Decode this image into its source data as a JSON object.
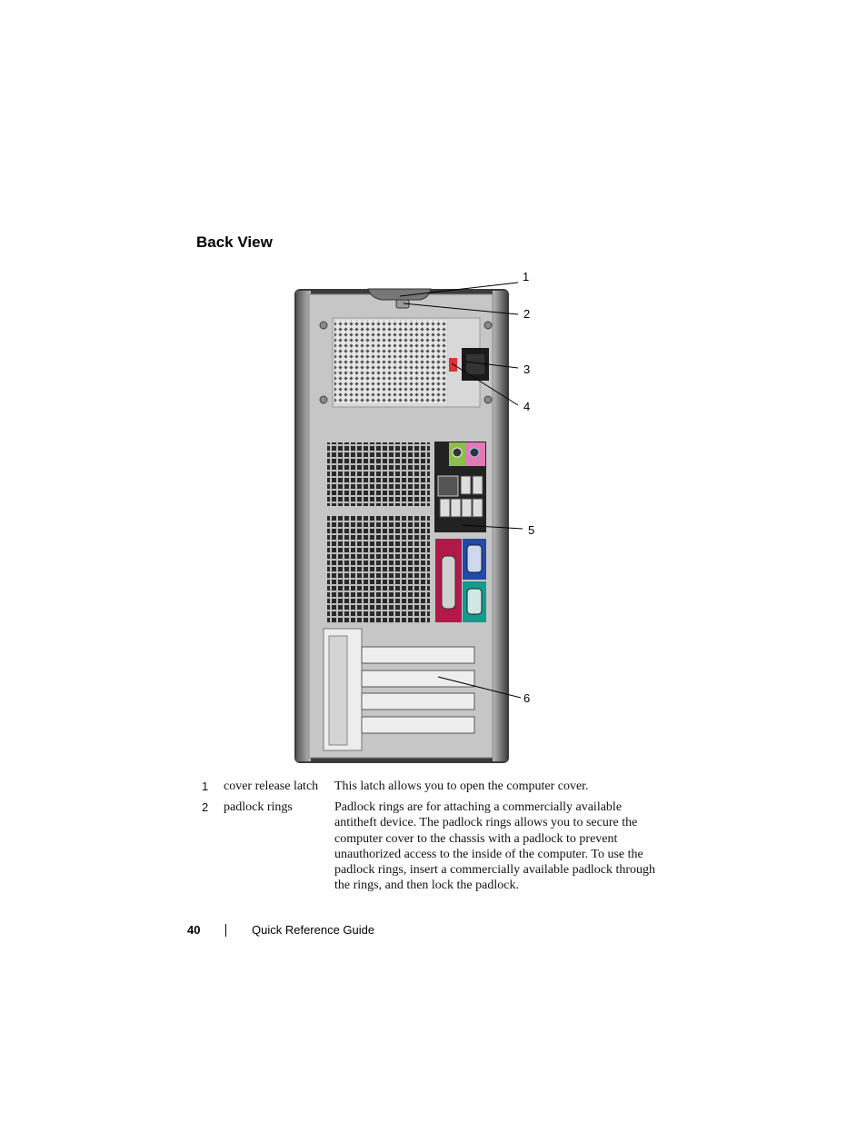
{
  "section_title": "Back View",
  "callouts": [
    "1",
    "2",
    "3",
    "4",
    "5",
    "6"
  ],
  "items": [
    {
      "number": "1",
      "name": "cover release latch",
      "description": "This latch allows you to open the computer cover."
    },
    {
      "number": "2",
      "name": "padlock rings",
      "description": "Padlock rings are for attaching a commercially available antitheft device. The padlock rings allows you to secure the computer cover to the chassis with a padlock to prevent unauthorized access to the inside of the computer. To use the padlock rings, insert a commercially available padlock through the rings, and then lock the padlock."
    }
  ],
  "footer": {
    "page_number": "40",
    "guide_title": "Quick Reference Guide"
  }
}
